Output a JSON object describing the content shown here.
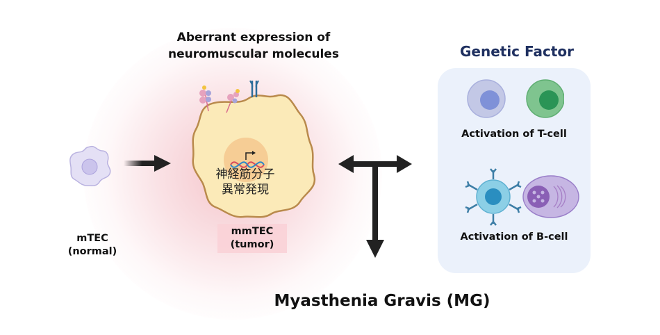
{
  "title_top": [
    "Aberrant expression of",
    "neuromuscular molecules"
  ],
  "normal_cell": {
    "label_line1": "mTEC",
    "label_line2": "(normal)",
    "icon": "normal-mtec-cell"
  },
  "tumor_cell": {
    "label_line1": "mmTEC",
    "label_line2": "(tumor)",
    "nucleus_text_line1": "神経筋分子",
    "nucleus_text_line2": "異常発現",
    "icon": "tumor-mmtec-cell"
  },
  "genetic_factor": {
    "title": "Genetic Factor",
    "t_cell_label": "Activation of T-cell",
    "b_cell_label": "Activation of B-cell"
  },
  "outcome": "Myasthenia Gravis (MG)",
  "colors": {
    "title_blue": "#1f3060",
    "panel_bg": "#ebf1fb",
    "tumor_fill": "#fbeab8",
    "tumor_border": "#b98a4c",
    "arrow": "#222222"
  }
}
